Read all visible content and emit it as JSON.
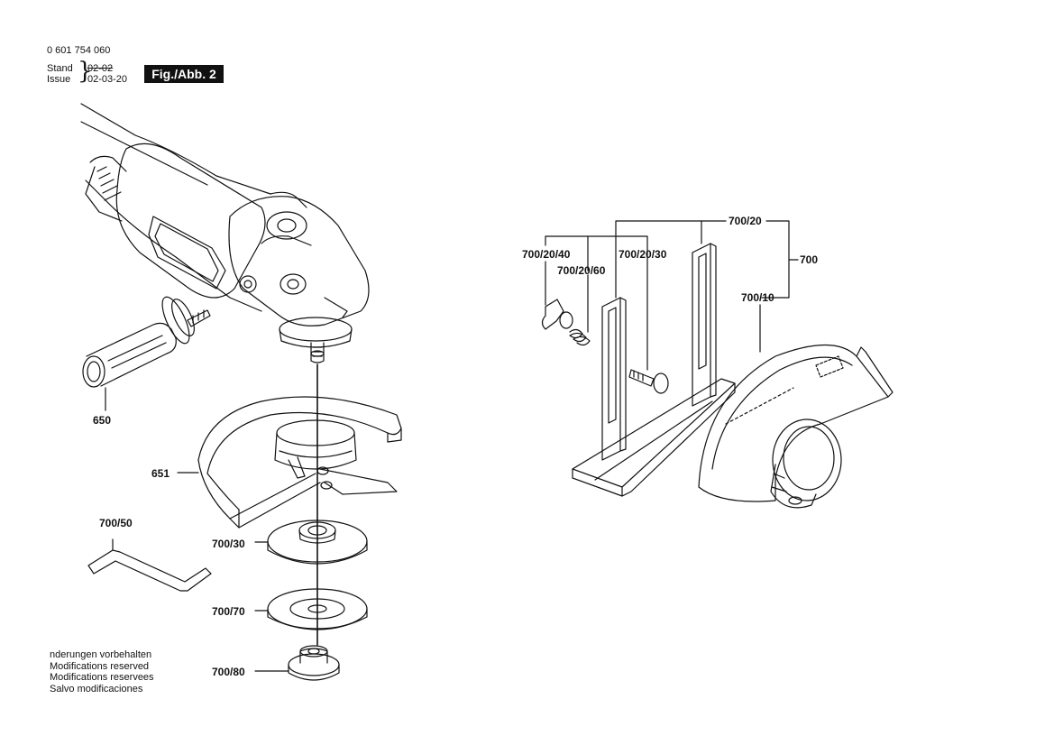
{
  "header": {
    "part_number": "0 601 754 060",
    "stand_label": "Stand",
    "issue_label": "Issue",
    "stand_date": "02-02",
    "issue_date": "02-03-20",
    "brace": "}",
    "figure_badge": "Fig./Abb. 2"
  },
  "callouts": {
    "c650": "650",
    "c651": "651",
    "c700_50": "700/50",
    "c700_30": "700/30",
    "c700_70": "700/70",
    "c700_80": "700/80",
    "c700_20": "700/20",
    "c700_20_40": "700/20/40",
    "c700_20_30": "700/20/30",
    "c700_20_60": "700/20/60",
    "c700": "700",
    "c700_10": "700/10"
  },
  "notes": [
    "nderungen vorbehalten",
    "Modifications reserved",
    "Modifications reservees",
    "Salvo modificaciones"
  ]
}
